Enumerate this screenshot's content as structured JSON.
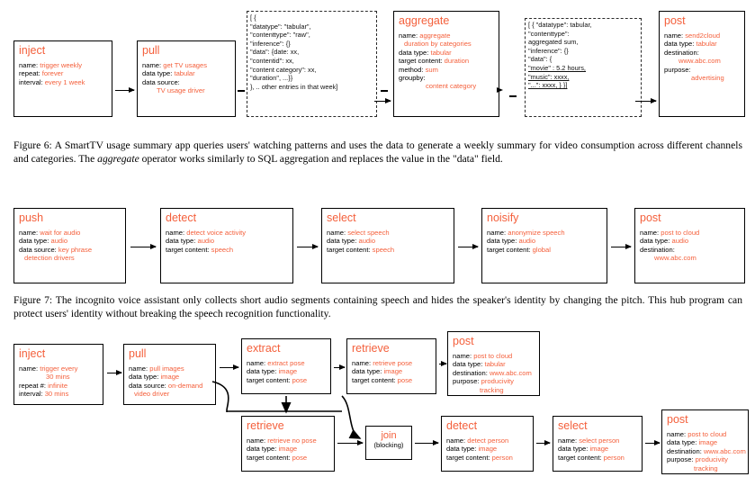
{
  "accent_color": "#F4603C",
  "figure6": {
    "nodes": [
      {
        "op": "inject",
        "rows": [
          {
            "k": "name: ",
            "v": "trigger weekly"
          },
          {
            "k": "repeat: ",
            "v": "forever"
          },
          {
            "k": "interval: ",
            "v": "every 1 week"
          }
        ]
      },
      {
        "op": "pull",
        "rows": [
          {
            "k": "name: ",
            "v": "get TV usages"
          },
          {
            "k": "data type: ",
            "v": "tabular"
          },
          {
            "k": "data source:",
            "v": ""
          },
          {
            "k": "",
            "v": "TV usage driver",
            "indent": 2
          }
        ]
      },
      {
        "op": "aggregate",
        "rows": [
          {
            "k": "name: ",
            "v": "aggregate"
          },
          {
            "k": "",
            "v": "duration by categories",
            "indent": 1
          },
          {
            "k": "data type: ",
            "v": "tabular"
          },
          {
            "k": "target content: ",
            "v": " duration"
          },
          {
            "k": "method: ",
            "v": "sum"
          },
          {
            "k": "groupby:",
            "v": ""
          },
          {
            "k": "",
            "v": "content category",
            "indent": 3
          }
        ]
      },
      {
        "op": "post",
        "rows": [
          {
            "k": "name: ",
            "v": "send2cloud"
          },
          {
            "k": "data type: ",
            "v": "tabular"
          },
          {
            "k": "destination:",
            "v": ""
          },
          {
            "k": "",
            "v": "www.abc.com",
            "indent": 2
          },
          {
            "k": "purpose:",
            "v": ""
          },
          {
            "k": "",
            "v": "advertising",
            "indent": 3
          }
        ]
      }
    ],
    "json_a": [
      "[ {",
      "   \"datatype\": \"tabular\",",
      "   \"contenttype\": \"raw\",",
      "   \"inference\": {}",
      "   \"data\": {date: xx,",
      "   \"contentid\": xx,",
      "   \"content category\": xx,",
      "  \"duration\", ...}}",
      "}, .. other entries in that week]"
    ],
    "json_b": [
      "[ { \"datatype\": tabular,",
      "    \"contenttype\":",
      "            aggregated sum,",
      "   \"inference\": {}",
      "   \"data\": {",
      "       \"movie\" : 5.2 hours,",
      "       \"music\": xxxx,",
      "       \"...\": xxxx,   } }]"
    ],
    "caption": "Figure 6: A SmartTV usage summary app queries users' watching patterns and uses the data to generate a weekly summary for video consumption across different channels and categories. The aggregate operator works similarly to SQL aggregation and replaces the value in the \"data\" field.",
    "caption_prefix": "Figure 6: A SmartTV usage summary app queries users' watching patterns and uses the data to generate a weekly summary for video consumption across different channels and categories. The ",
    "caption_italic": "aggregate",
    "caption_suffix": " operator works similarly to SQL aggregation and replaces the value in the \"data\" field."
  },
  "figure7": {
    "nodes": [
      {
        "op": "push",
        "rows": [
          {
            "k": "name: ",
            "v": "wait for audio"
          },
          {
            "k": "data type: ",
            "v": "audio"
          },
          {
            "k": "data source: ",
            "v": "key phrase"
          },
          {
            "k": "",
            "v": "detection drivers",
            "indent": 1
          }
        ]
      },
      {
        "op": "detect",
        "rows": [
          {
            "k": "name: ",
            "v": "detect voice activity"
          },
          {
            "k": "data type: ",
            "v": "audio"
          },
          {
            "k": "target content: ",
            "v": "speech"
          }
        ]
      },
      {
        "op": "select",
        "rows": [
          {
            "k": "name: ",
            "v": "select speech"
          },
          {
            "k": "data type: ",
            "v": "audio"
          },
          {
            "k": "target content: ",
            "v": "speech"
          }
        ]
      },
      {
        "op": "noisify",
        "rows": [
          {
            "k": "name: ",
            "v": "anonymize speech"
          },
          {
            "k": "data type: ",
            "v": "audio"
          },
          {
            "k": "target content: ",
            "v": "global"
          }
        ]
      },
      {
        "op": "post",
        "rows": [
          {
            "k": "name: ",
            "v": "post to cloud"
          },
          {
            "k": "data type: ",
            "v": "audio"
          },
          {
            "k": "destination:",
            "v": ""
          },
          {
            "k": "",
            "v": "www.abc.com",
            "indent": 2
          }
        ]
      }
    ],
    "caption": "Figure 7: The incognito voice assistant only collects short audio segments containing speech and hides the speaker's identity by changing the pitch. This hub program can protect users' identity without breaking the speech recognition functionality."
  },
  "figure8": {
    "nodes": [
      {
        "op": "inject",
        "rows": [
          {
            "k": "name: ",
            "v": "trigger every"
          },
          {
            "k": "",
            "v": "30 mins",
            "indent": 3
          },
          {
            "k": "repeat #: ",
            "v": "infinite"
          },
          {
            "k": "interval: ",
            "v": "30 mins"
          }
        ]
      },
      {
        "op": "pull",
        "rows": [
          {
            "k": "name: ",
            "v": "pull images"
          },
          {
            "k": "data type: ",
            "v": "image"
          },
          {
            "k": "data source: ",
            "v": "on-demand"
          },
          {
            "k": "",
            "v": "video driver",
            "indent": 1
          }
        ]
      },
      {
        "op": "extract",
        "rows": [
          {
            "k": "name: ",
            "v": "extract pose"
          },
          {
            "k": "data type: ",
            "v": "image"
          },
          {
            "k": "target content: ",
            "v": "pose"
          }
        ]
      },
      {
        "op": "retrieve",
        "rows": [
          {
            "k": "name: ",
            "v": "retrieve pose"
          },
          {
            "k": "data type: ",
            "v": "image"
          },
          {
            "k": "target content: ",
            "v": "pose"
          }
        ]
      },
      {
        "op": "post",
        "rows": [
          {
            "k": "name: ",
            "v": "post to cloud"
          },
          {
            "k": "data type: ",
            "v": "tabular"
          },
          {
            "k": "destination: ",
            "v": "www.abc.com"
          },
          {
            "k": "purpose: ",
            "v": "producivity"
          },
          {
            "k": "",
            "v": "tracking",
            "indent": 3
          }
        ]
      },
      {
        "op": "retrieve",
        "rows": [
          {
            "k": "name: ",
            "v": "retrieve no pose"
          },
          {
            "k": "data type: ",
            "v": "image"
          },
          {
            "k": "target content: ",
            "v": "pose"
          }
        ]
      },
      {
        "op": "detect",
        "rows": [
          {
            "k": "name: ",
            "v": "detect person"
          },
          {
            "k": "data type: ",
            "v": "image"
          },
          {
            "k": "target content: ",
            "v": "person"
          }
        ]
      },
      {
        "op": "select",
        "rows": [
          {
            "k": "name: ",
            "v": "select person"
          },
          {
            "k": "data type: ",
            "v": "image"
          },
          {
            "k": "target content: ",
            "v": "person"
          }
        ]
      },
      {
        "op": "post",
        "rows": [
          {
            "k": "name: ",
            "v": "post to cloud"
          },
          {
            "k": "data type: ",
            "v": "image"
          },
          {
            "k": "destination: ",
            "v": "www.abc.com"
          },
          {
            "k": "purpose: ",
            "v": "producivity"
          },
          {
            "k": "",
            "v": "tracking",
            "indent": 3
          }
        ]
      }
    ],
    "join": {
      "title": "join",
      "subtitle": "(blocking)"
    }
  }
}
